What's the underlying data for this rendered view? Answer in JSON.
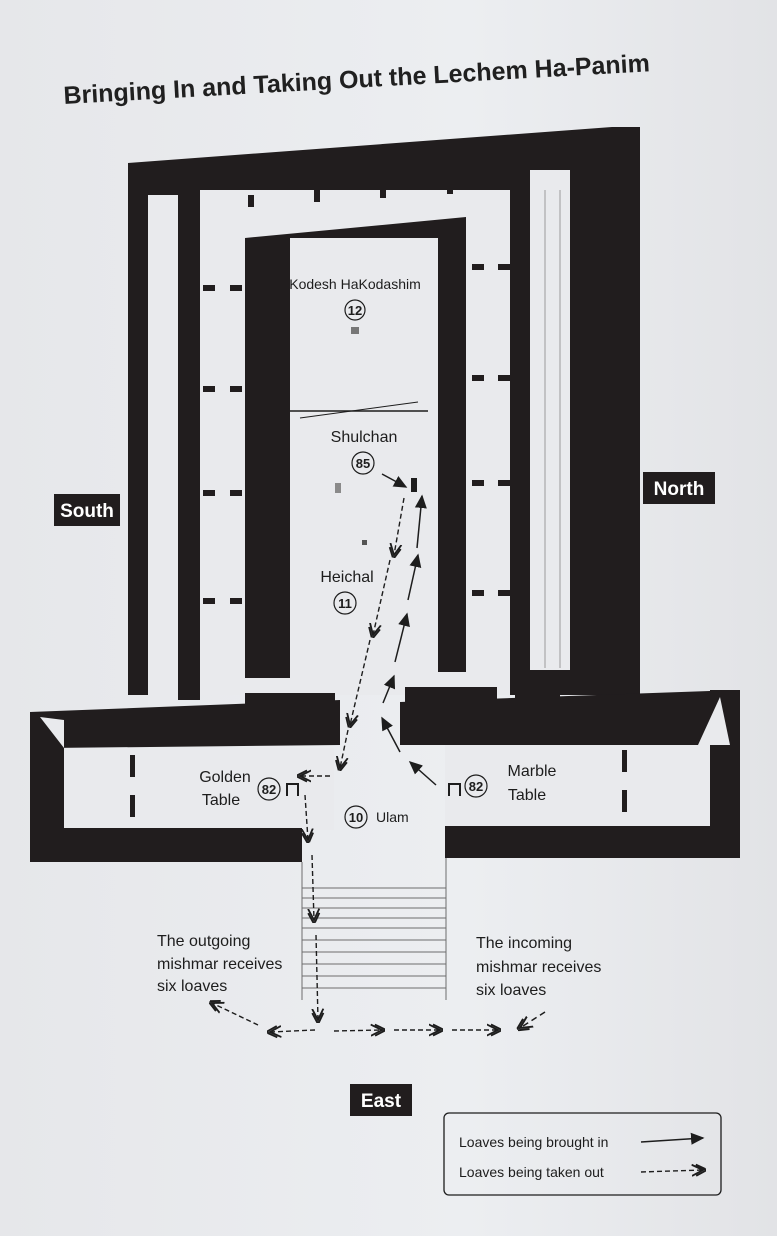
{
  "title": "Bringing In and Taking Out the Lechem Ha-Panim",
  "directions": {
    "south": "South",
    "north": "North",
    "east": "East"
  },
  "rooms": {
    "kodesh": {
      "label": "Kodesh HaKodashim",
      "number": "12"
    },
    "shulchan": {
      "label": "Shulchan",
      "number": "85"
    },
    "heichal": {
      "label": "Heichal",
      "number": "11"
    },
    "ulam": {
      "label": "Ulam",
      "number": "10"
    }
  },
  "tables": {
    "golden": {
      "line1": "Golden",
      "line2": "Table",
      "number": "82"
    },
    "marble": {
      "line1": "Marble",
      "line2": "Table",
      "number": "82"
    }
  },
  "notes": {
    "outgoing": [
      "The outgoing",
      "mishmar receives",
      "six loaves"
    ],
    "incoming": [
      "The incoming",
      "mishmar receives",
      "six loaves"
    ]
  },
  "legend": {
    "brought_in": "Loaves being brought in",
    "taken_out": "Loaves being taken out"
  }
}
